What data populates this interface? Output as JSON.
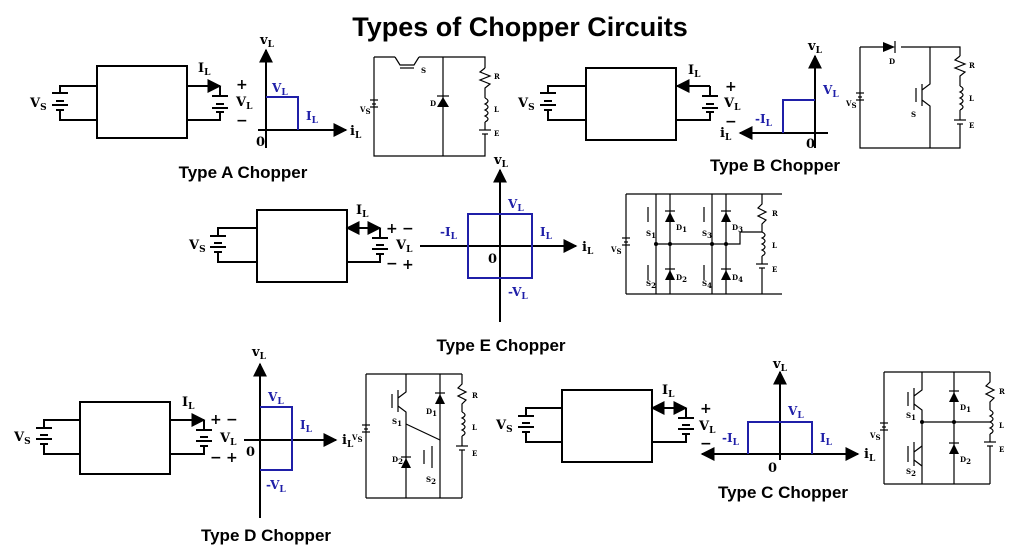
{
  "title": "Types of Chopper Circuits",
  "colors": {
    "quadrant": "#1f1fa8",
    "line": "#000000",
    "background": "#ffffff"
  },
  "symbols": {
    "vs": "V",
    "vs_sub": "S",
    "il": "I",
    "il_sub": "L",
    "vl": "V",
    "vl_sub": "L",
    "axis_v": "v",
    "axis_v_sub": "L",
    "axis_i": "i",
    "axis_i_sub": "L",
    "origin": "0",
    "neg_il": "-I",
    "neg_vl": "-V",
    "plus": "+",
    "minus": "−"
  },
  "captions": {
    "type_a": "Type A Chopper",
    "type_b": "Type B Chopper",
    "type_c": "Type C Chopper",
    "type_d": "Type D Chopper",
    "type_e": "Type E Chopper"
  },
  "circuit_labels": {
    "r": "R",
    "l": "L",
    "e": "E",
    "d": "D",
    "s": "S",
    "vs_small": "V",
    "vs_small_sub": "S",
    "s1": "S",
    "s2": "S",
    "s3": "S",
    "s4": "S",
    "d1": "D",
    "d2": "D",
    "d3": "D",
    "d4": "D",
    "n1": "1",
    "n2": "2",
    "n3": "3",
    "n4": "4"
  },
  "quadrants": {
    "type_a": "first quadrant",
    "type_b": "second quadrant",
    "type_c": "first and second quadrant",
    "type_d": "first and fourth quadrant",
    "type_e": "four quadrant"
  }
}
